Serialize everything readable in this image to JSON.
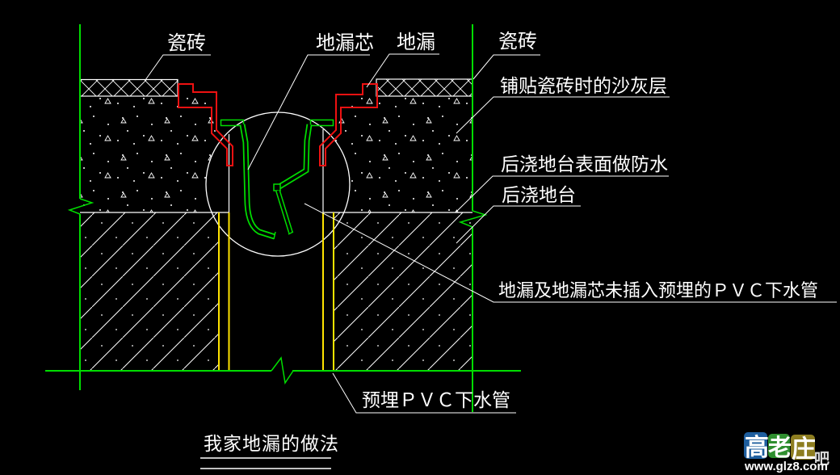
{
  "drawing": {
    "title": "我家地漏的做法",
    "callouts": {
      "tile_left": "瓷砖",
      "drain_core": "地漏芯",
      "drain": "地漏",
      "tile_right": "瓷砖",
      "mortar_layer": "铺贴瓷砖时的沙灰层",
      "waterproof": "后浇地台表面做防水",
      "platform": "后浇地台",
      "not_inserted": "地漏及地漏芯未插入预埋的ＰＶＣ下水管",
      "embedded_pipe": "预埋ＰＶＣ下水管"
    },
    "colors": {
      "background": "#000000",
      "line_white": "#ffffff",
      "wall_green": "#00dd00",
      "drain_red": "#ee1111",
      "pipe_yellow": "#ffe400"
    }
  },
  "watermark": {
    "char_1": "高",
    "char_2": "老",
    "char_3": "庄",
    "char_4": "吧",
    "url": "www.glz8.com"
  }
}
